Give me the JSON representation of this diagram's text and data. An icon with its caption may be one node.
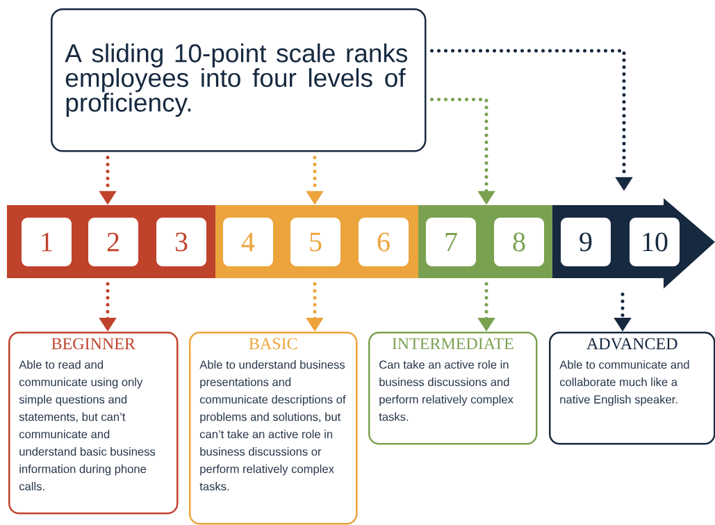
{
  "diagram": {
    "nodes": [
      {
        "text": [
          "A sliding 10-point scale ranks employees into four levels of proficiency."
        ]
      },
      {
        "text": [],
        "shape": "bar"
      },
      {
        "text": [
          "1"
        ],
        "in": 1
      },
      {
        "text": [
          "2"
        ],
        "in": 1
      },
      {
        "text": [
          "3"
        ],
        "in": 1
      },
      {
        "text": [],
        "shape": "bar"
      },
      {
        "text": [
          "4"
        ],
        "in": 5
      },
      {
        "text": [
          "5"
        ],
        "in": 5
      },
      {
        "text": [
          "6"
        ],
        "in": 5
      },
      {
        "text": [],
        "shape": "bar"
      },
      {
        "text": [
          "7"
        ],
        "in": 9
      },
      {
        "text": [
          "8"
        ],
        "in": 9
      },
      {
        "text": [],
        "shape": "arrow"
      },
      {
        "text": [
          "9"
        ],
        "in": 12
      },
      {
        "text": [
          "10"
        ],
        "in": 12
      },
      {
        "text": [
          "BEGINNER",
          "Able to read and communicate using only simple questions and statements, but can’t communicate and understand basic business information during phone calls."
        ]
      },
      {
        "text": [
          "BASIC",
          "Able to understand business presentations and communicate descriptions of problems and solutions, but can’t take an active role in business discussions or perform relatively complex tasks."
        ]
      },
      {
        "text": [
          "INTERMEDIATE",
          "Can take an active role in business discussions and perform relatively complex tasks."
        ]
      },
      {
        "text": [
          "ADVANCED",
          "Able to communicate and collaborate much like a native English speaker."
        ]
      }
    ],
    "edges": [
      {
        "from": 0,
        "to": 1,
        "arrow": "to",
        "color": "#bf432b"
      },
      {
        "from": 0,
        "to": 5,
        "arrow": "to",
        "color": "#eca43c"
      },
      {
        "from": 0,
        "to": 9,
        "arrow": "to",
        "color": "#7aa150"
      },
      {
        "from": 0,
        "to": 12,
        "arrow": "to",
        "color": "#16293f"
      },
      {
        "from": 1,
        "to": 15,
        "arrow": "to",
        "color": "#bf432b"
      },
      {
        "from": 5,
        "to": 16,
        "arrow": "to",
        "color": "#eca43c"
      },
      {
        "from": 9,
        "to": 17,
        "arrow": "to",
        "color": "#7aa150"
      },
      {
        "from": 12,
        "to": 18,
        "arrow": "to",
        "color": "#16293f"
      }
    ]
  }
}
